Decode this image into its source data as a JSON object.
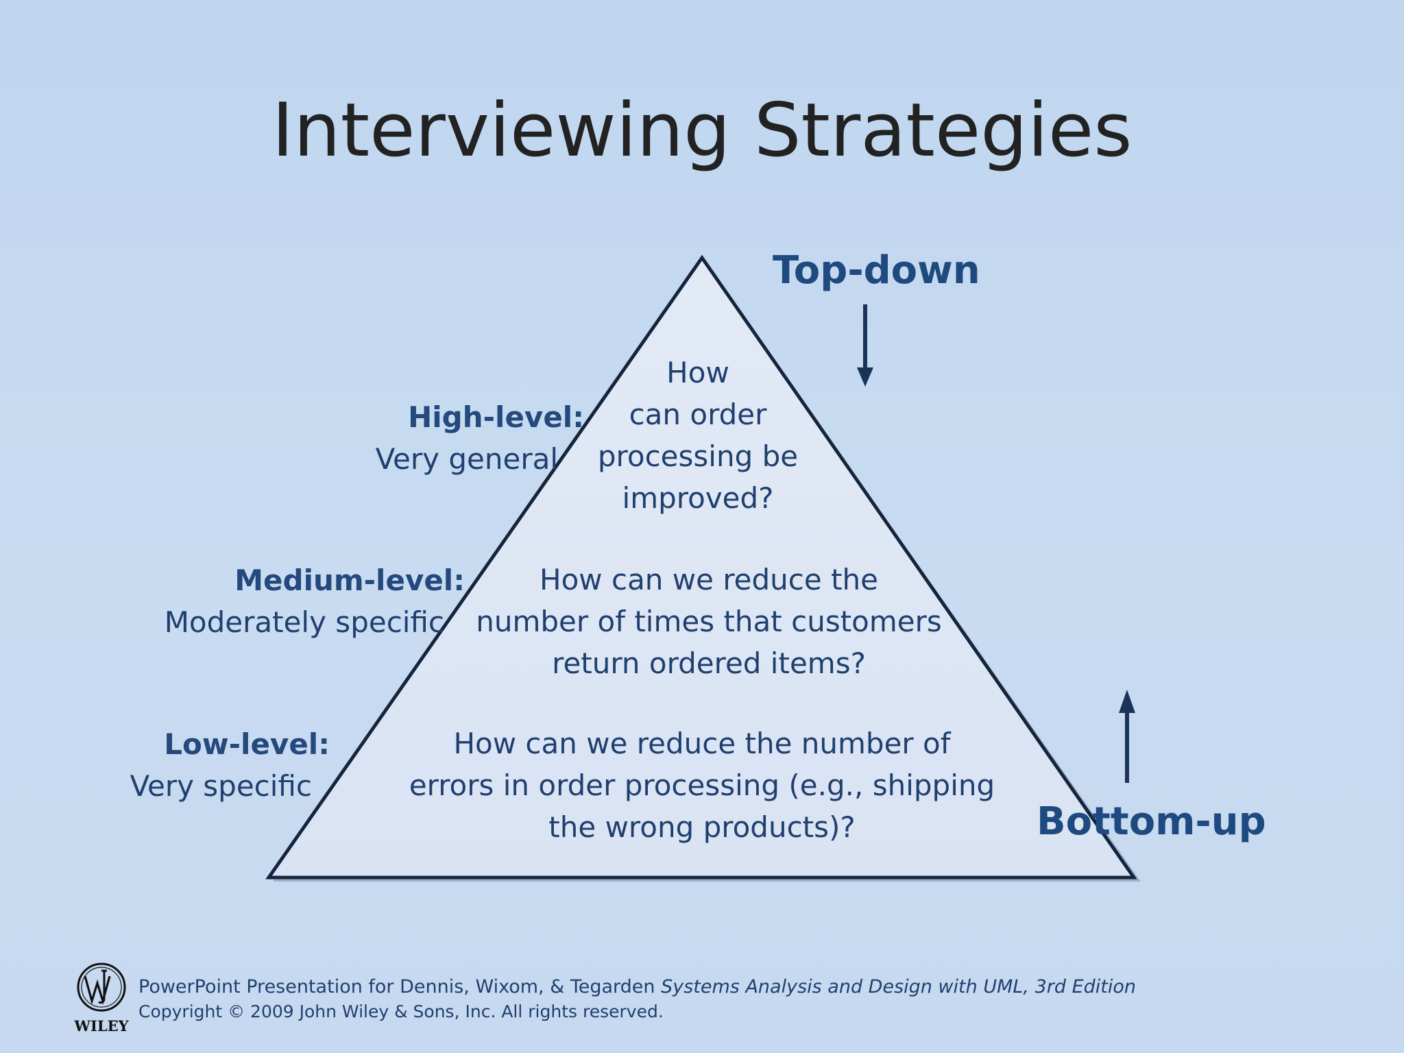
{
  "slide": {
    "title": "Interviewing Strategies"
  },
  "pyramid": {
    "top_question": [
      "How",
      "can order",
      "processing be",
      "improved?"
    ],
    "middle_question": [
      "How can we reduce the",
      "number of times that customers",
      "return ordered items?"
    ],
    "bottom_question": [
      "How can we reduce the number of",
      "errors in order processing (e.g., shipping",
      "the wrong products)?"
    ]
  },
  "levels": {
    "high": {
      "label": "High-level:",
      "description": "Very general"
    },
    "medium": {
      "label": "Medium-level:",
      "description": "Moderately specific"
    },
    "low": {
      "label": "Low-level:",
      "description": "Very specific"
    }
  },
  "directions": {
    "top_down": "Top-down",
    "bottom_up": "Bottom-up"
  },
  "footer": {
    "prefix": "PowerPoint Presentation for Dennis, Wixom, & Tegarden ",
    "book": "Systems Analysis and Design with UML, 3rd Edition",
    "copyright": "Copyright © 2009 John Wiley & Sons, Inc.  All rights reserved.",
    "logo_word": "WILEY"
  },
  "colors": {
    "background": "#c6d9f0",
    "triangle_fill": "#dde6f4",
    "triangle_stroke": "#14243c",
    "text_blue": "#1f3f6e",
    "arrow": "#1a3358"
  },
  "icons": {
    "top_down_arrow": "arrow-down-icon",
    "bottom_up_arrow": "arrow-up-icon",
    "logo": "wiley-logo-icon"
  }
}
